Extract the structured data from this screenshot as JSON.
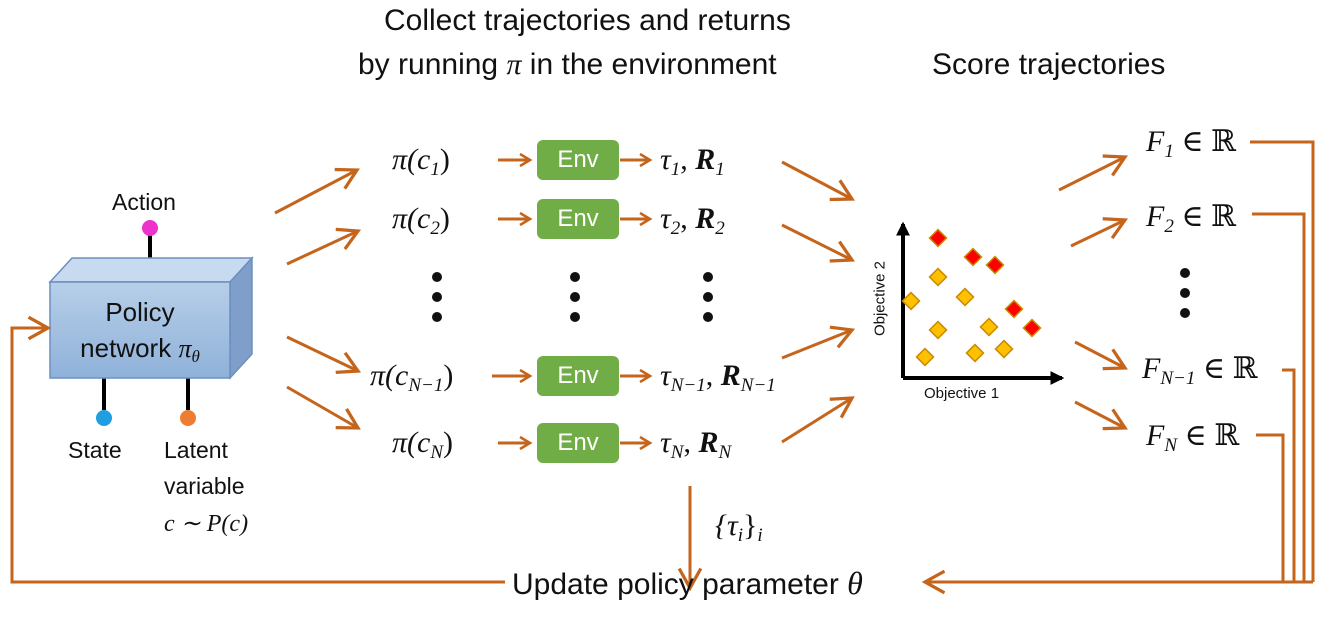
{
  "header": {
    "collect_line1": "Collect trajectories and returns",
    "collect_line2_prefix": "by running ",
    "collect_line2_pi": "π",
    "collect_line2_suffix": " in the environment",
    "score": "Score trajectories"
  },
  "policy": {
    "action_label": "Action",
    "box_line1": "Policy",
    "box_line2_prefix": "network ",
    "box_pi": "π",
    "box_sub": "θ",
    "state_label": "State",
    "latent_line1": "Latent",
    "latent_line2": "variable",
    "latent_formula": "c ∼ P(c)",
    "colors": {
      "box": "#a9c4e4",
      "action_pin": "#ee33cc",
      "state_pin": "#1f9ee0",
      "latent_pin": "#ed7d31"
    }
  },
  "env_label": "Env",
  "rows": [
    {
      "pi": "π(c",
      "pi_sub": "1",
      "traj": "τ",
      "traj_sub": "1",
      "ret": "R",
      "ret_sub": "1"
    },
    {
      "pi": "π(c",
      "pi_sub": "2",
      "traj": "τ",
      "traj_sub": "2",
      "ret": "R",
      "ret_sub": "2"
    },
    {
      "pi": "π(c",
      "pi_sub": "N−1",
      "traj": "τ",
      "traj_sub": "N−1",
      "ret": "R",
      "ret_sub": "N−1"
    },
    {
      "pi": "π(c",
      "pi_sub": "N",
      "traj": "τ",
      "traj_sub": "N",
      "ret": "R",
      "ret_sub": "N"
    }
  ],
  "scores": [
    {
      "f": "F",
      "sub": "1",
      "suffix": " ∈ ℝ"
    },
    {
      "f": "F",
      "sub": "2",
      "suffix": " ∈ ℝ"
    },
    {
      "f": "F",
      "sub": "N−1",
      "suffix": " ∈ ℝ"
    },
    {
      "f": "F",
      "sub": "N",
      "suffix": " ∈ ℝ"
    }
  ],
  "tau_set": {
    "body": "{τ",
    "sub": "i",
    "close": "}",
    "close_sub": "i"
  },
  "plot": {
    "ylabel": "Objective 2",
    "xlabel": "Objective 1",
    "colors": {
      "pareto": "#ff0000",
      "dominated": "#ffc000",
      "edge": "#c88a00"
    }
  },
  "update": {
    "prefix": "Update policy parameter ",
    "theta": "θ"
  },
  "colors": {
    "arrow": "#c5651c",
    "env": "#70ad47"
  }
}
